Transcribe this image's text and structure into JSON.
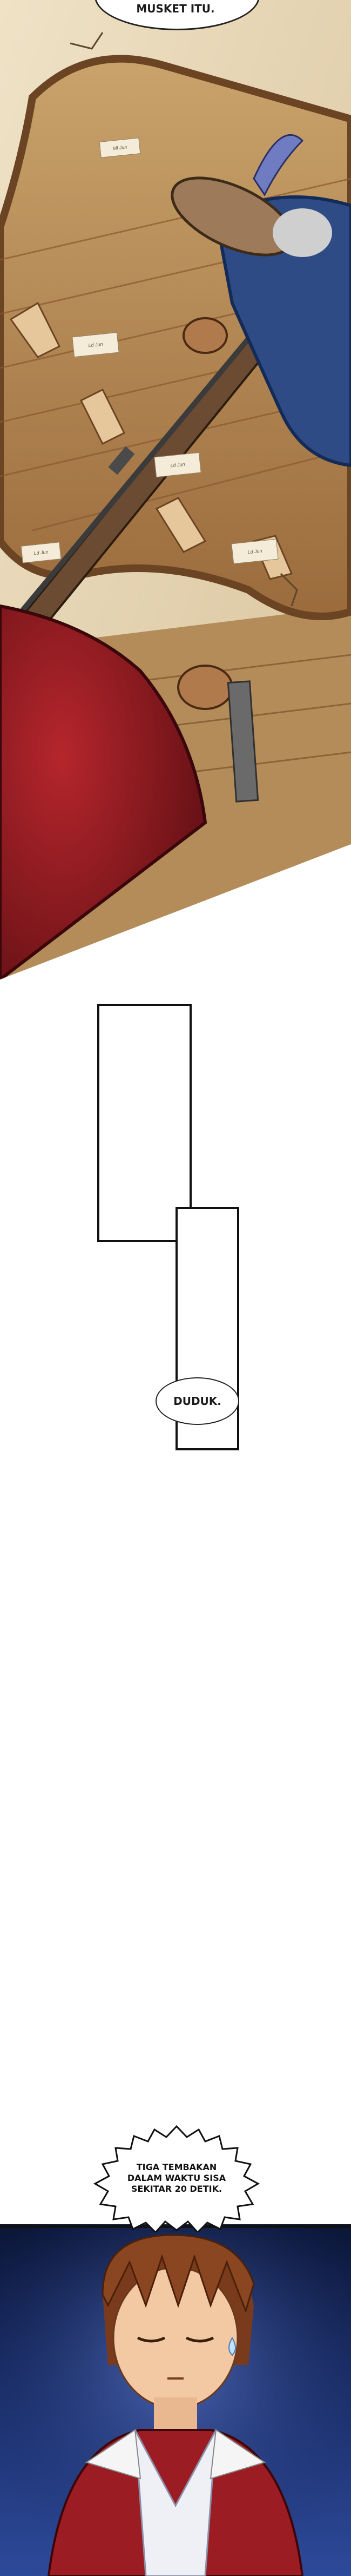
{
  "panels": {
    "top": {
      "bubble_text": "MUSKET ITU.",
      "notes": [
        "Ml Jun",
        "Ld Jun",
        "Ld Jun",
        "Ld Jun",
        "Ld Jun"
      ]
    },
    "middle": {
      "bubble_text": "DUDUK."
    },
    "bottom": {
      "bubble_lines": [
        "TIGA TEMBAKAN",
        "DALAM WAKTU SISA",
        "SEKITAR 20 DETIK."
      ]
    }
  },
  "colors": {
    "wood": "#b8864d",
    "cloak_blue": "#2f4b86",
    "red_cloak": "#8e1f24",
    "night_bg": "#1b2f6b"
  }
}
